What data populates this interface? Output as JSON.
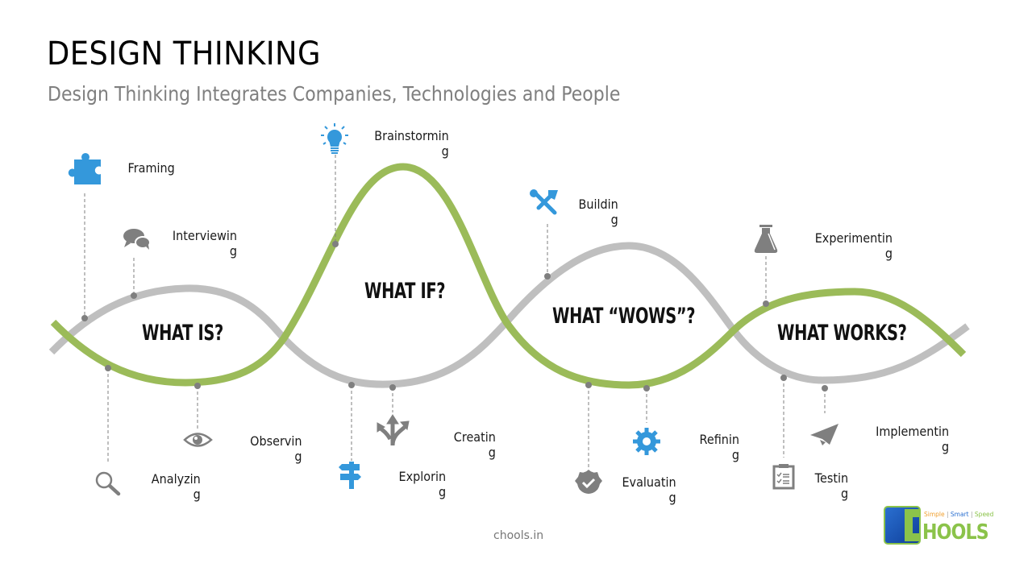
{
  "header": {
    "title": "DESIGN THINKING",
    "subtitle": "Design Thinking Integrates Companies, Technologies and People"
  },
  "stages": [
    {
      "label": "WHAT IS?"
    },
    {
      "label": "WHAT IF?"
    },
    {
      "label": "WHAT “WOWS”?"
    },
    {
      "label": "WHAT WORKS?"
    }
  ],
  "steps": [
    {
      "label": "Framing",
      "icon": "puzzle-icon",
      "color": "#3498db"
    },
    {
      "label": "Interviewin\ng",
      "icon": "chat-bubbles-icon",
      "color": "#7f7f7f"
    },
    {
      "label": "Analyzin\ng",
      "icon": "magnifier-icon",
      "color": "#7f7f7f"
    },
    {
      "label": "Observin\ng",
      "icon": "eye-icon",
      "color": "#7f7f7f"
    },
    {
      "label": "Brainstormin\ng",
      "icon": "lightbulb-icon",
      "color": "#3498db"
    },
    {
      "label": "Explorin\ng",
      "icon": "signpost-icon",
      "color": "#3498db"
    },
    {
      "label": "Creatin\ng",
      "icon": "split-arrows-icon",
      "color": "#7f7f7f"
    },
    {
      "label": "Buildin\ng",
      "icon": "tools-icon",
      "color": "#3498db"
    },
    {
      "label": "Evaluatin\ng",
      "icon": "badge-check-icon",
      "color": "#7f7f7f"
    },
    {
      "label": "Refinin\ng",
      "icon": "gear-icon",
      "color": "#3498db"
    },
    {
      "label": "Experimentin\ng",
      "icon": "flask-icon",
      "color": "#7f7f7f"
    },
    {
      "label": "Testin\ng",
      "icon": "checklist-icon",
      "color": "#7f7f7f"
    },
    {
      "label": "Implementin\ng",
      "icon": "paper-plane-icon",
      "color": "#7f7f7f"
    }
  ],
  "colors": {
    "green_curve": "#9bbb59",
    "gray_curve": "#bfbfbf",
    "icon_blue": "#3498db",
    "icon_gray": "#7f7f7f",
    "connector": "#7f7f7f"
  },
  "footer": {
    "site": "chools.in",
    "logo_tagline_1": "Simple",
    "logo_tagline_2": "Smart",
    "logo_tagline_3": "Speed",
    "logo_sep": "|",
    "logo_word": "HOOLS"
  }
}
